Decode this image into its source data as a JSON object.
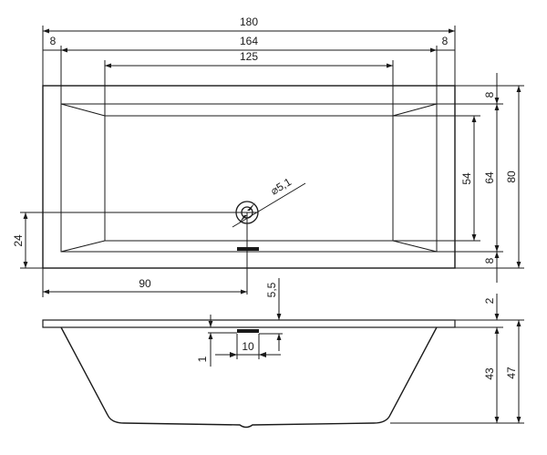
{
  "dimensions": {
    "total_length": "180",
    "rim_left": "8",
    "inner_length": "164",
    "rim_right": "8",
    "floor_length": "125",
    "rim_top": "8",
    "floor_width": "54",
    "inner_width": "64",
    "total_width": "80",
    "rim_bottom": "8",
    "drain_diameter": "⌀5,1",
    "drain_offset_y": "24",
    "drain_offset_x": "90",
    "overflow_drop": "5,5",
    "rim_thickness": "2",
    "overflow_width": "10",
    "overflow_gap": "1",
    "inner_depth": "43",
    "total_depth": "47"
  }
}
